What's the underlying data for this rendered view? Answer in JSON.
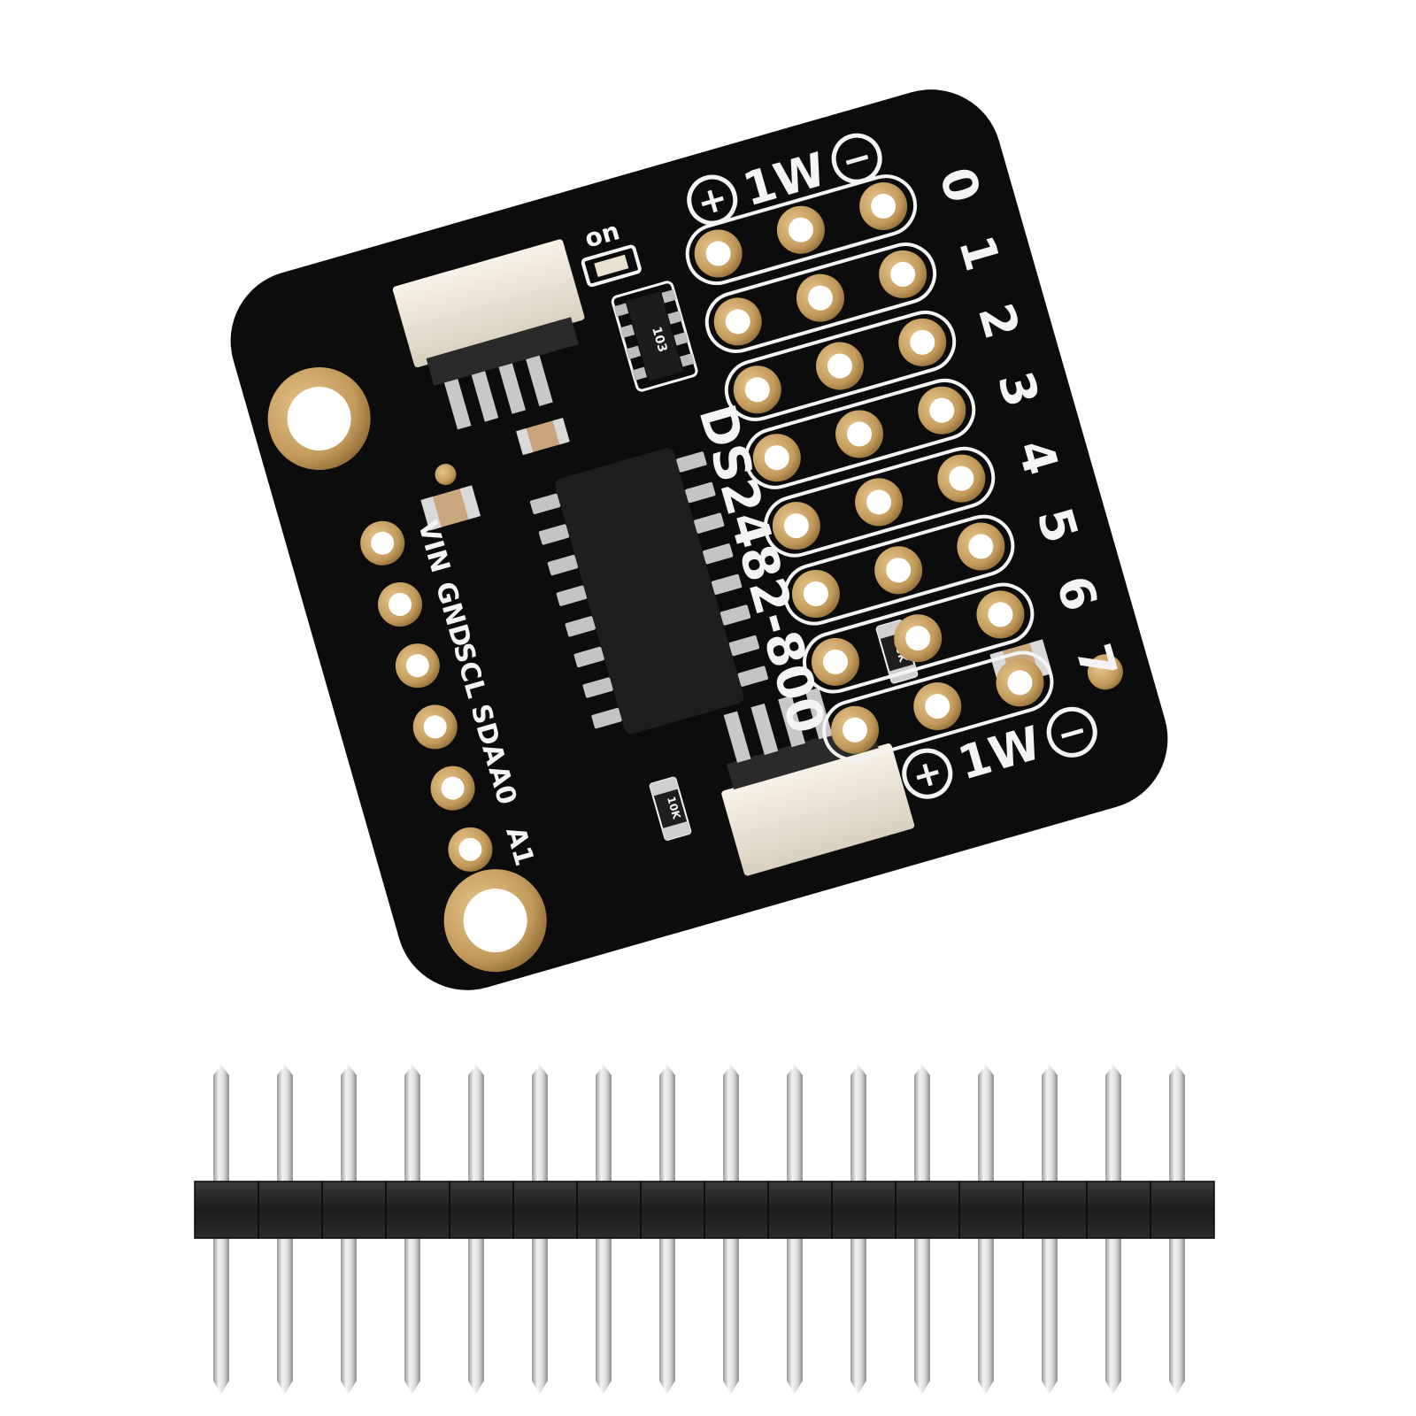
{
  "board": {
    "part_number": "DS2482-800",
    "led_label": "on",
    "resistor_array_marking": "103",
    "resistor_marking": "10K",
    "left_pins": [
      "VIN",
      "GND",
      "SCL",
      "SDA",
      "A0",
      "A1"
    ],
    "channel_numbers": [
      "0",
      "1",
      "2",
      "3",
      "4",
      "5",
      "6",
      "7"
    ],
    "bus_label": "1W",
    "plus_symbol": "+",
    "minus_symbol": "−",
    "channel_count": 8,
    "pads_per_channel": 3
  },
  "header": {
    "pin_count": 16
  },
  "colors": {
    "pcb": "#0c0c0c",
    "silkscreen": "#f4f4f4",
    "gold_pad": "#c29a5b",
    "connector": "#efe8da",
    "chip": "#1e1e1e",
    "pin_metal": "#d8d8d8",
    "header_plastic": "#1b1b1b"
  }
}
